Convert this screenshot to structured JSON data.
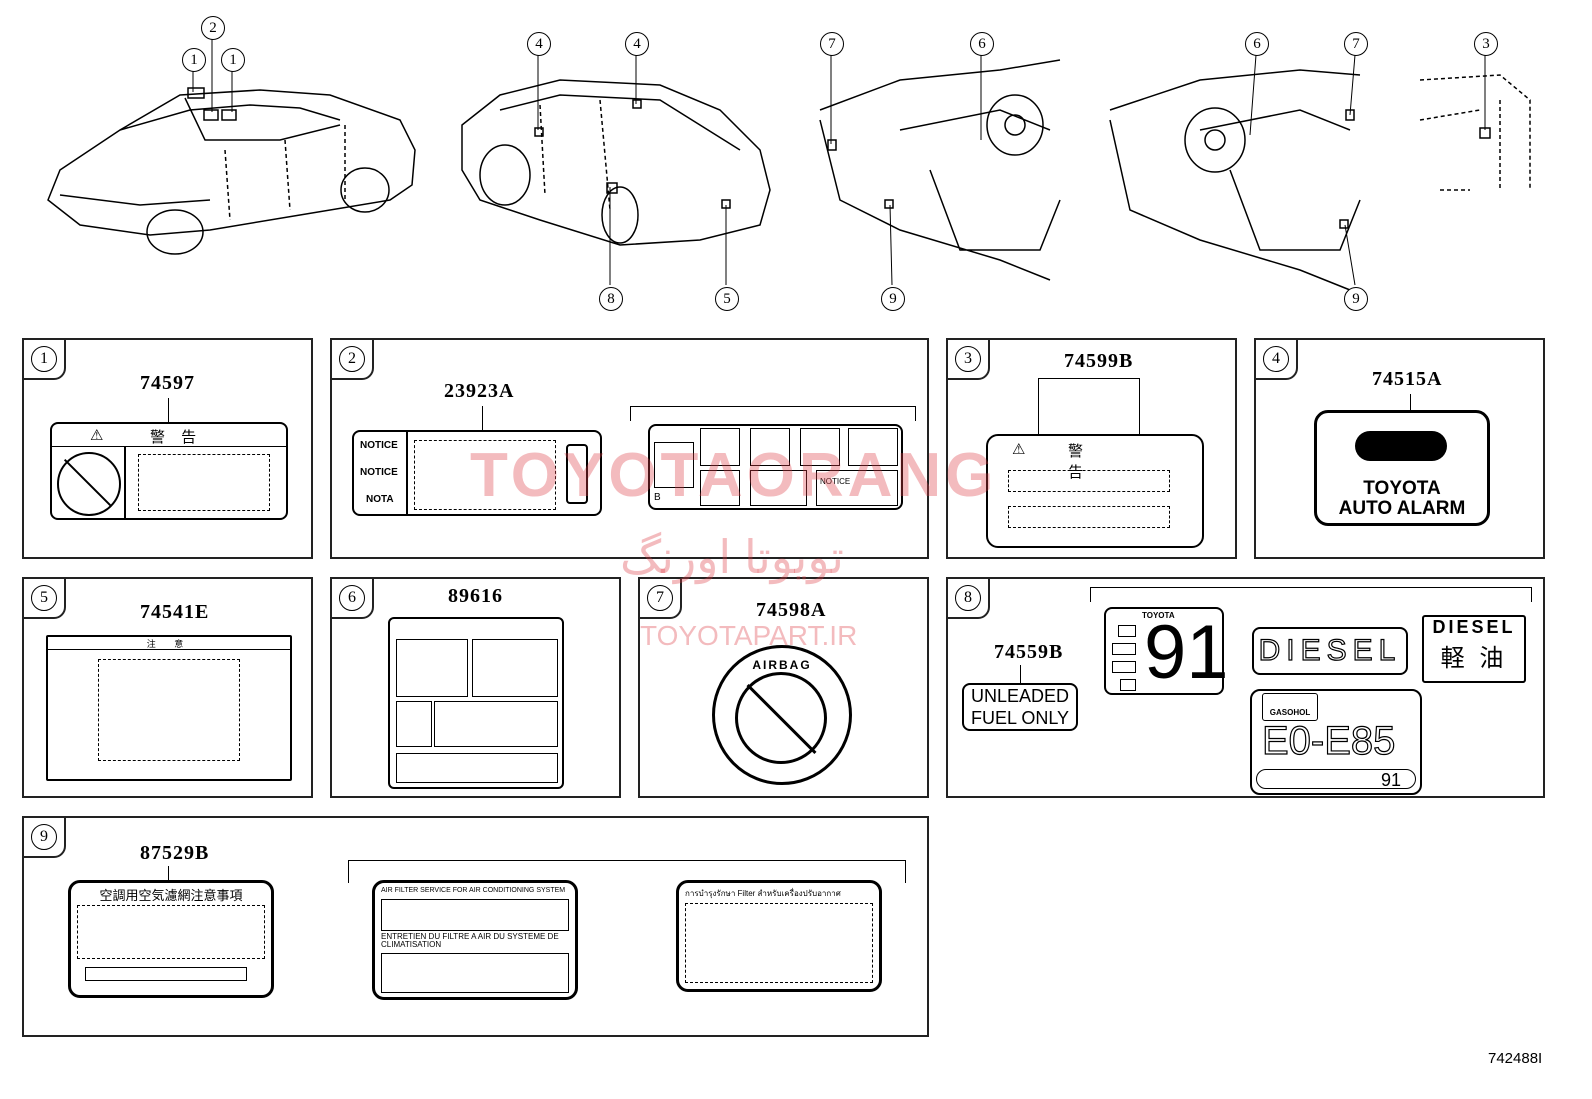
{
  "callouts": {
    "c1": "1",
    "c2": "2",
    "c3": "3",
    "c4": "4",
    "c5": "5",
    "c6": "6",
    "c7": "7",
    "c8": "8",
    "c9": "9"
  },
  "panels": [
    {
      "num": "1",
      "part": "74597",
      "label_title": "警   告"
    },
    {
      "num": "2",
      "part": "23923A",
      "rows": [
        "NOTICE",
        "NOTICE",
        "NOTA"
      ],
      "alt_notice": "NOTICE",
      "alt_b": "B"
    },
    {
      "num": "3",
      "part": "74599B",
      "label_title": "警   告"
    },
    {
      "num": "4",
      "part": "74515A",
      "line1": "TOYOTA",
      "line2": "AUTO ALARM"
    },
    {
      "num": "5",
      "part": "74541E",
      "label_title": "注   意"
    },
    {
      "num": "6",
      "part": "89616"
    },
    {
      "num": "7",
      "part": "74598A",
      "ring_text": "AIRBAG"
    },
    {
      "num": "8",
      "part": "74559B",
      "line1": "UNLEADED",
      "line2": "FUEL ONLY",
      "brand": "TOYOTA",
      "octane": "91",
      "diesel": "DIESEL",
      "diesel_jp": "軽 油",
      "gasohol": "GASOHOL",
      "ethanol": "E0-E85",
      "octane_small": "91"
    },
    {
      "num": "9",
      "part": "87529B",
      "jp_title": "空調用空気濾網注意事項",
      "en_title": "AIR FILTER SERVICE FOR AIR CONDITIONING SYSTEM",
      "fr_title": "ENTRETIEN DU FILTRE A AIR DU SYSTEME DE CLIMATISATION",
      "th_title": "การบำรุงรักษา Filter สำหรับเครื่องปรับอากาศ"
    }
  ],
  "watermark": {
    "main": "TOYOTAORANG",
    "persian": "تویوتا اورنگ",
    "site": "TOYOTAPART.IR"
  },
  "figure_id": "742488I"
}
